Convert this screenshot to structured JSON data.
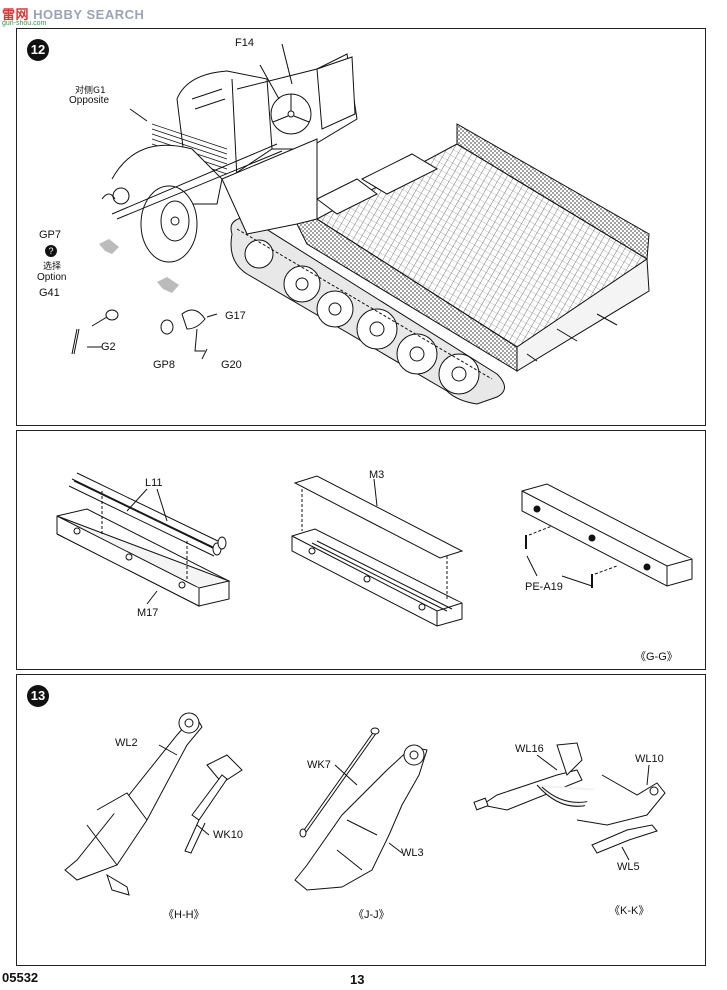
{
  "watermark": {
    "cn": "雷",
    "brand_tail": "网",
    "name": "HOBBY SEARCH",
    "url": "gun-shou.com"
  },
  "step12": {
    "number": "12",
    "labels": {
      "f14": "F14",
      "g1_cn": "对侧G1",
      "g1_en": "Opposite",
      "gp7": "GP7",
      "option_cn": "选择",
      "option_en": "Option",
      "g41": "G41",
      "g17": "G17",
      "g2": "G2",
      "gp8": "GP8",
      "g20": "G20"
    }
  },
  "subassembly_gg": {
    "labels": {
      "l11": "L11",
      "m17": "M17",
      "m3": "M3",
      "pe_a19": "PE-A19",
      "view": "《G-G》"
    }
  },
  "step13": {
    "number": "13",
    "hh": {
      "wl2": "WL2",
      "wk10": "WK10",
      "view": "《H-H》"
    },
    "jj": {
      "wk7": "WK7",
      "wl3": "WL3",
      "view": "《J-J》"
    },
    "kk": {
      "wl16": "WL16",
      "wl10": "WL10",
      "wl5": "WL5",
      "view": "《K-K》"
    }
  },
  "footer": {
    "kit_number": "05532",
    "page_number": "13"
  }
}
